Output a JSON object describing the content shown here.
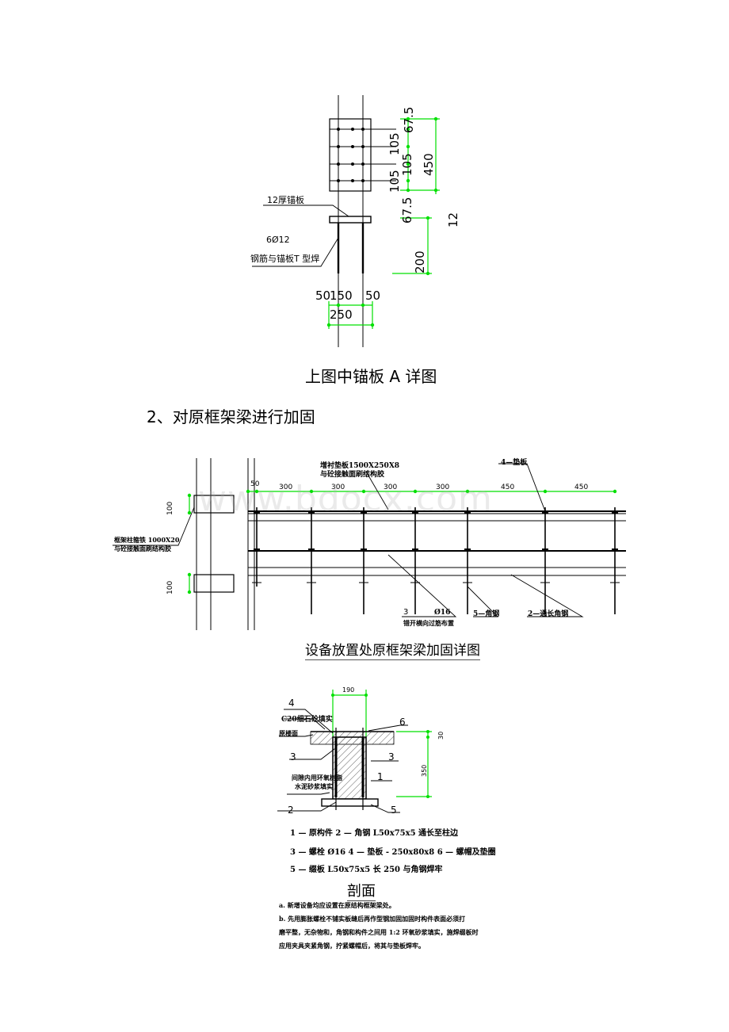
{
  "figure1": {
    "anchor_plate_label": "12厚锚板",
    "rebar_label": "6Ø12",
    "weld_label": "钢筋与锚板T 型焊",
    "dims": {
      "d67_5_top": "67.5",
      "d105_a": "105",
      "d105_b": "105",
      "d105_c": "105",
      "d450": "450",
      "d67_5_bottom": "67.5",
      "d12": "12",
      "d200": "200",
      "d50_left": "50",
      "d150": "150",
      "d50_right": "50",
      "d250": "250"
    },
    "caption": "上图中锚板 A 详图"
  },
  "heading": "2、对原框架梁进行加固",
  "figure2": {
    "steel_plate_label": "增衬垫板1500X250X8",
    "steel_plate_sub": "与砼接触面刷结构胶",
    "shim_label": "4—垫板",
    "dims_top": [
      "50",
      "300",
      "300",
      "300",
      "300",
      "450",
      "450"
    ],
    "dim_left_top": "100",
    "dim_left_bottom": "100",
    "column_hoop_label": "框架柱箍铁 1000X20",
    "column_hoop_sub": "与砼接触面刷结构胶",
    "bolt_label_num": "3",
    "bolt_label_dia": "Ø16",
    "bolt_label_sub": "错开横向过筋布置",
    "angle_label": "5—角钢",
    "long_angle_label": "2—通长角钢",
    "caption": "设备放置处原框架梁加固详图"
  },
  "watermark": "www.bdocx.com",
  "figure3": {
    "dim_190": "190",
    "dim_30": "30",
    "dim_350": "350",
    "label_4": "4",
    "label_c20": "C20细石砼填实",
    "label_floor": "原楼面",
    "label_6": "6",
    "label_3_left": "3",
    "label_3_right": "3",
    "label_1": "1",
    "label_gap_1": "间隙内用环氧树脂",
    "label_gap_2": "水泥砂浆填实",
    "label_2": "2",
    "label_5": "5",
    "legend": [
      "1 — 原构件       2 — 角钢 L50x75x5 通长至柱边",
      "3 — 螺栓 Ø16     4 — 垫板 - 250x80x8    6 — 螺帽及垫圈",
      "5 — 缀板 L50x75x5 长 250 与角钢焊牢"
    ],
    "caption": "剖面",
    "notes": [
      "a. 新增设备均应设置在原结构框架梁处。",
      "b. 先用膨胀螺栓不铺实板缝后再作型钢加固加固时构件表面必须打",
      "    磨平整，无杂物和，角钢和构件之间用 1:2 环氧砂浆填实，施焊缀板时",
      "    应用夹具夹紧角钢，拧紧螺帽后，将其与垫板焊牢。"
    ]
  },
  "colors": {
    "dimension": "#00e000",
    "line": "#000000"
  }
}
